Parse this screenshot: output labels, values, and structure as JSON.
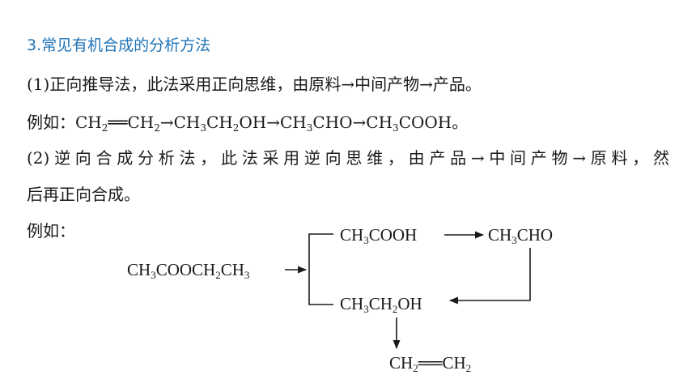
{
  "heading": "3.常见有机合成的分析方法",
  "para1": "(1)正向推导法，此法采用正向思维，由原料→中间产物→产品。",
  "example1": {
    "prefix": "例如：",
    "parts": [
      {
        "t": "CH"
      },
      {
        "s": "2"
      },
      {
        "t": "══CH"
      },
      {
        "s": "2"
      },
      {
        "t": "→CH"
      },
      {
        "s": "3"
      },
      {
        "t": "CH"
      },
      {
        "s": "2"
      },
      {
        "t": "OH→CH"
      },
      {
        "s": "3"
      },
      {
        "t": "CHO→CH"
      },
      {
        "s": "3"
      },
      {
        "t": "COOH。"
      }
    ]
  },
  "para2_line1": "(2)逆向合成分析法，此法采用逆向思维，由产品→中间产物→原料，然",
  "para2_line2": "后再正向合成。",
  "example2_prefix": "例如：",
  "scheme": {
    "start": "CH₃COOCH₂CH₃",
    "acid": "CH₃COOH",
    "aldehyde": "CH₃CHO",
    "alcohol": "CH₃CH₂OH",
    "alkene": "CH₂══CH₂"
  }
}
